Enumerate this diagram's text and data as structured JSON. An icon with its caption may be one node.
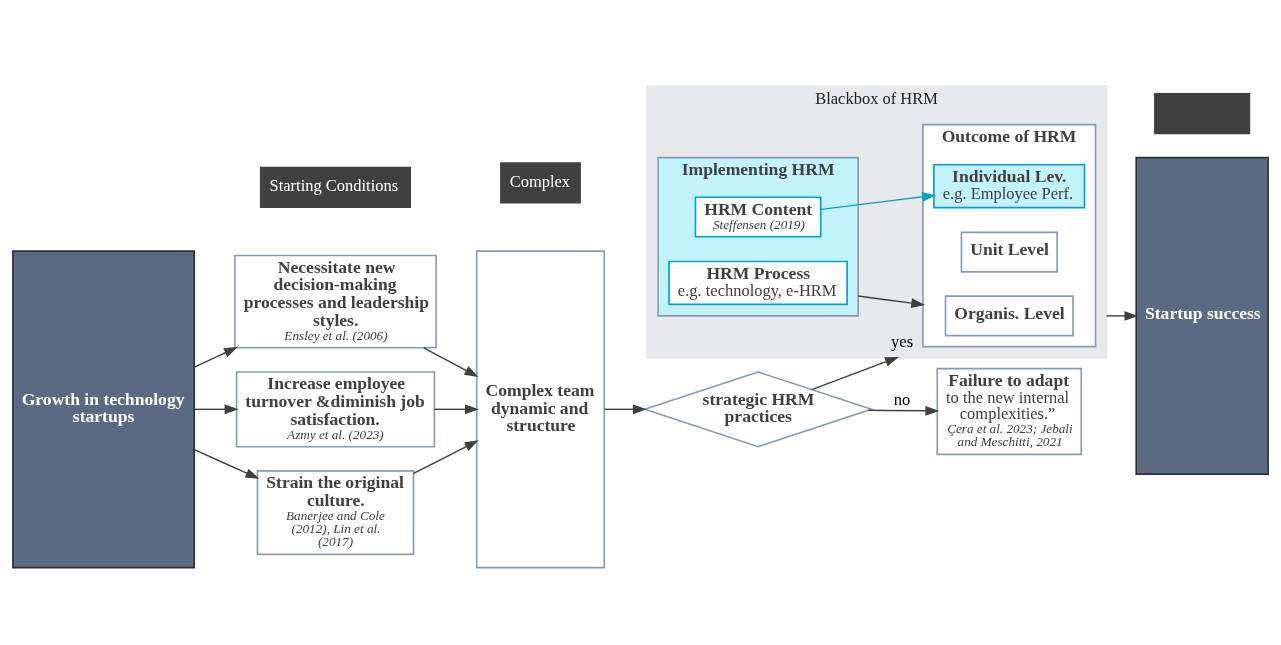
{
  "diagram": {
    "nodes": [
      {
        "text": [
          "Starting Conditions"
        ]
      },
      {
        "text": [
          "Complex"
        ]
      },
      {
        "text": [
          "Blackbox of HRM"
        ]
      },
      {
        "text": [
          "Implementing HRM"
        ],
        "in": 2
      },
      {
        "text": [
          "HRM Content",
          "Steffensen (2019)"
        ],
        "in": 3
      },
      {
        "text": [
          "HRM Process",
          "e.g. technology, e-HRM"
        ],
        "in": 3
      },
      {
        "text": [
          "Outcome of HRM"
        ],
        "in": 2
      },
      {
        "text": [
          "Individual Lev.",
          "e.g. Employee Perf."
        ],
        "in": 6
      },
      {
        "text": [
          "Unit Level"
        ],
        "in": 6
      },
      {
        "text": [
          "Organis. Level"
        ],
        "in": 6
      },
      {
        "text": [],
        "shape": "box"
      },
      {
        "text": [
          "Growth in technology startups"
        ]
      },
      {
        "text": [
          "Necessitate new decision-making processes and leadership styles.",
          "Ensley et al. (2006)"
        ]
      },
      {
        "text": [
          "Increase employee turnover &diminish job satisfaction.",
          "Azmy et al. (2023)"
        ]
      },
      {
        "text": [
          "Strain the original culture.",
          "Banerjee and Cole (2012), Lin et al. (2017)"
        ]
      },
      {
        "text": [
          "Complex team dynamic and structure"
        ]
      },
      {
        "text": [
          "strategic HRM practices"
        ]
      },
      {
        "text": [
          "Failure to adapt",
          "to the new internal complexities.”",
          "Çera et al. 2023; Jebali and Meschitti, 2021"
        ]
      },
      {
        "text": [
          "Startup success"
        ]
      }
    ],
    "edges": [
      {
        "from": 11,
        "to": 12,
        "arrow": "to"
      },
      {
        "from": 11,
        "to": 13,
        "arrow": "to"
      },
      {
        "from": 11,
        "to": 14,
        "arrow": "to"
      },
      {
        "from": 12,
        "to": 15,
        "arrow": "to"
      },
      {
        "from": 13,
        "to": 15,
        "arrow": "to"
      },
      {
        "from": 14,
        "to": 15,
        "arrow": "to"
      },
      {
        "from": 15,
        "to": 16,
        "arrow": "to"
      },
      {
        "from": 16,
        "to": 2,
        "arrow": "to",
        "label": "yes"
      },
      {
        "from": 16,
        "to": 17,
        "arrow": "to",
        "label": "no"
      },
      {
        "from": 3,
        "to": 6,
        "arrow": "to"
      },
      {
        "from": 4,
        "to": 7,
        "arrow": "to",
        "color": "#00a0d0"
      },
      {
        "from": 2,
        "to": 18,
        "arrow": "to"
      }
    ]
  }
}
